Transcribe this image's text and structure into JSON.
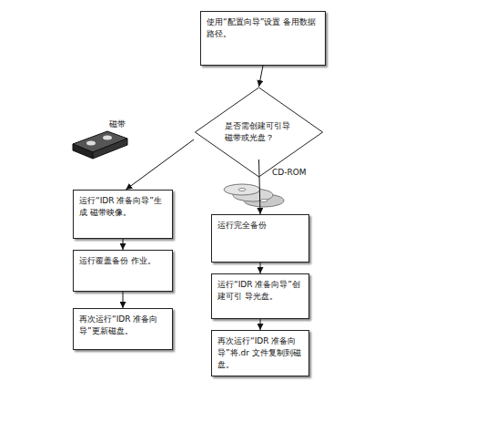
{
  "diagram": {
    "nodes": [
      {
        "text": [
          "使用“配置向导”设置 备用数据路径。"
        ]
      },
      {
        "text": [
          "是否需创建可引导 磁带或光盘？"
        ]
      },
      {
        "text": [
          "运行“IDR 准备向导”生成 磁带映像。"
        ]
      },
      {
        "text": [
          "运行覆盖备份 作业。"
        ]
      },
      {
        "text": [
          "再次运行“IDR 准备向导”更新磁盘。"
        ]
      },
      {
        "text": [
          "运行完全备份"
        ]
      },
      {
        "text": [
          "运行“IDR 准备向导”创建可引 导光盘。"
        ]
      },
      {
        "text": [
          "再次运行“IDR 准备向导”将.dr 文件复制到磁盘。"
        ]
      }
    ],
    "edges": [
      {
        "from": 0,
        "to": 1,
        "arrow": "to"
      },
      {
        "from": 1,
        "to": 2,
        "arrow": "to"
      },
      {
        "from": 1,
        "to": 5,
        "arrow": "to"
      },
      {
        "from": 2,
        "to": 3,
        "arrow": "to"
      },
      {
        "from": 3,
        "to": 4,
        "arrow": "to"
      },
      {
        "from": 5,
        "to": 6,
        "arrow": "to"
      },
      {
        "from": 6,
        "to": 7,
        "arrow": "to"
      }
    ],
    "labels": [
      "磁带",
      "CD-ROM"
    ]
  }
}
